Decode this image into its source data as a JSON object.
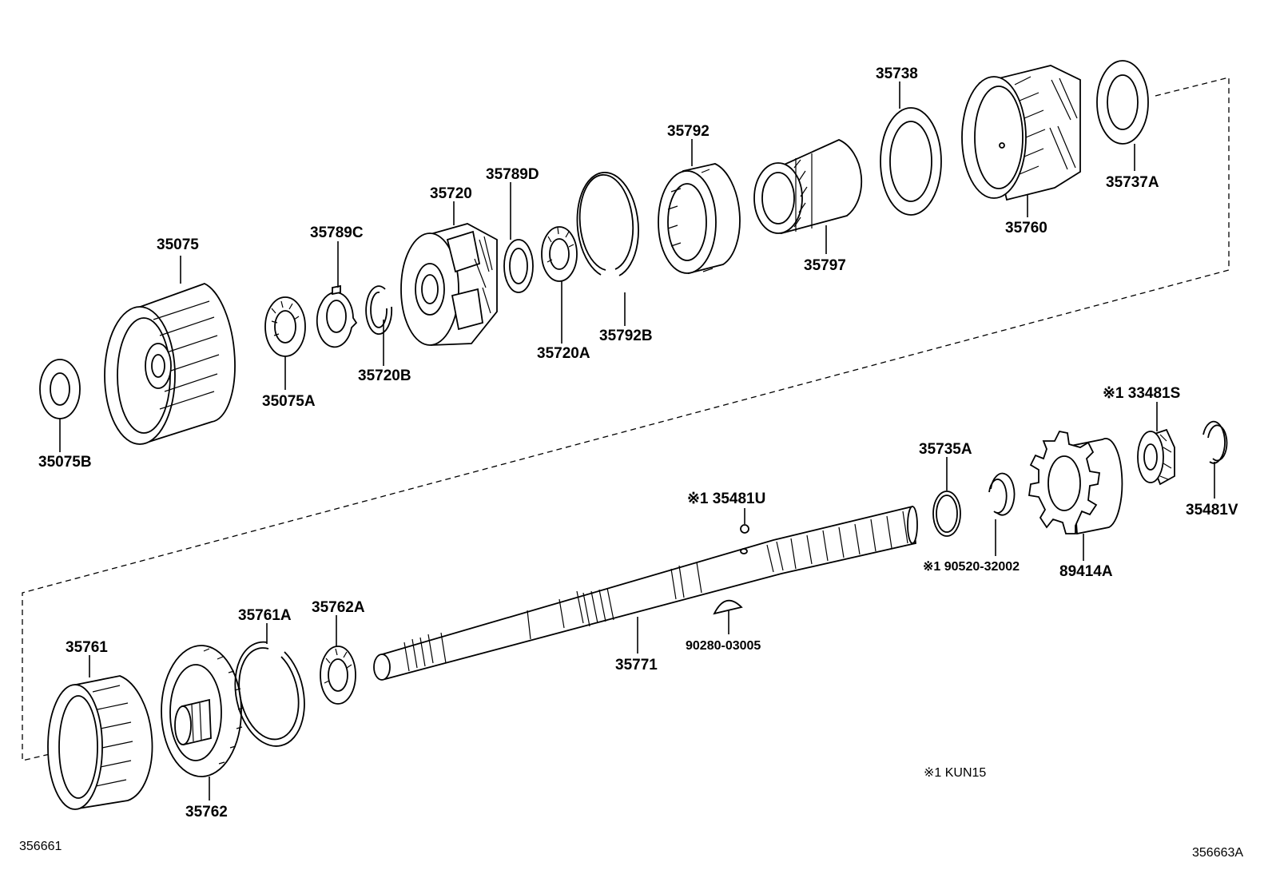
{
  "diagram": {
    "part_labels": {
      "p35075": "35075",
      "p35075A": "35075A",
      "p35075B": "35075B",
      "p35789C": "35789C",
      "p35720B": "35720B",
      "p35720": "35720",
      "p35789D": "35789D",
      "p35720A": "35720A",
      "p35792B": "35792B",
      "p35792": "35792",
      "p35797": "35797",
      "p35738": "35738",
      "p35760": "35760",
      "p35737A": "35737A",
      "p35761": "35761",
      "p35762": "35762",
      "p35761A": "35761A",
      "p35762A": "35762A",
      "p35771": "35771",
      "p35481U": "※1 35481U",
      "p90280": "90280-03005",
      "p35735A": "35735A",
      "p90520": "※1 90520-32002",
      "p89414A": "89414A",
      "p33481S": "※1 33481S",
      "p35481V": "35481V"
    },
    "note": "※1 KUN15",
    "ref_left": "356661",
    "ref_right": "356663A"
  }
}
